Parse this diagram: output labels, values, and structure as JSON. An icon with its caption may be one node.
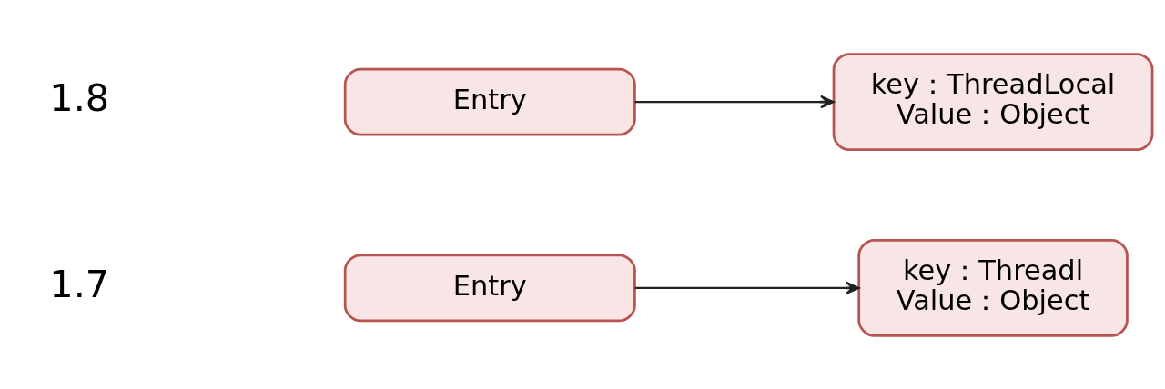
{
  "diagram": {
    "nodes": [
      {
        "text": [
          "Entry"
        ]
      },
      {
        "text": [
          "key：Threadl",
          "Value：Object"
        ]
      },
      {
        "text": [
          "Entry"
        ]
      },
      {
        "text": [
          "key：ThreadLocal",
          "Value：Object"
        ]
      }
    ],
    "edges": [
      {
        "from": 0,
        "to": 1,
        "arrow": "to"
      },
      {
        "from": 2,
        "to": 3,
        "arrow": "to"
      }
    ],
    "labels": [
      "1.7",
      "1.8"
    ]
  }
}
